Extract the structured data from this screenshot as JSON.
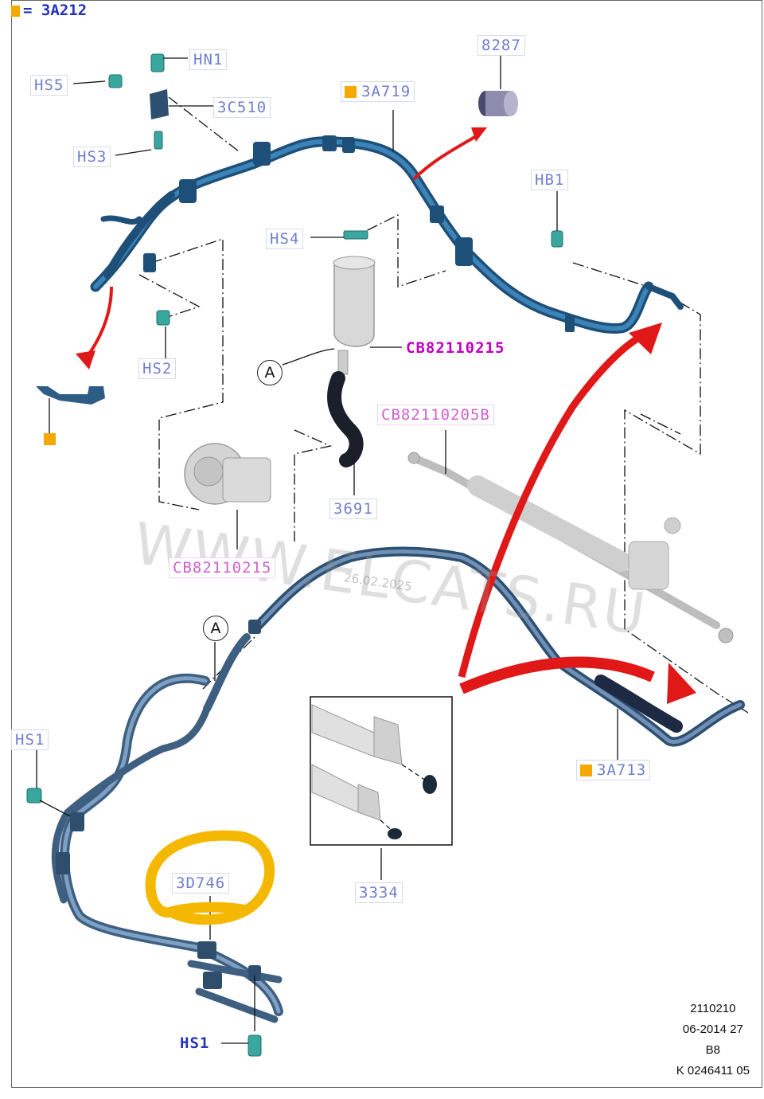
{
  "header": {
    "code": "3A212"
  },
  "labels": {
    "hn1": "HN1",
    "hs5": "HS5",
    "c3c510": "3C510",
    "hs3": "HS3",
    "p3a719": "3A719",
    "p8287": "8287",
    "hb1": "HB1",
    "hs4": "HS4",
    "hs2": "HS2",
    "cb1": "CB82110215",
    "cb2": "CB82110205B",
    "p3691": "3691",
    "cb3": "CB82110215",
    "hs1a": "HS1",
    "p3a713": "3A713",
    "p3d746": "3D746",
    "p3334": "3334",
    "hs1b": "HS1"
  },
  "callout": {
    "a1": "A",
    "a2": "A"
  },
  "watermark": {
    "text": "WWW.ELCATS.RU",
    "date": "26.02.2025"
  },
  "info": {
    "line1": "2110210",
    "line2": "06-2014 27",
    "line3": "B8",
    "line4": "K 0246411 05"
  },
  "colors": {
    "label": "#6f7fd0",
    "orange": "#f5a800",
    "hose": "#2d6a9a",
    "arrow": "#e01818",
    "highlight": "#f5b800"
  }
}
